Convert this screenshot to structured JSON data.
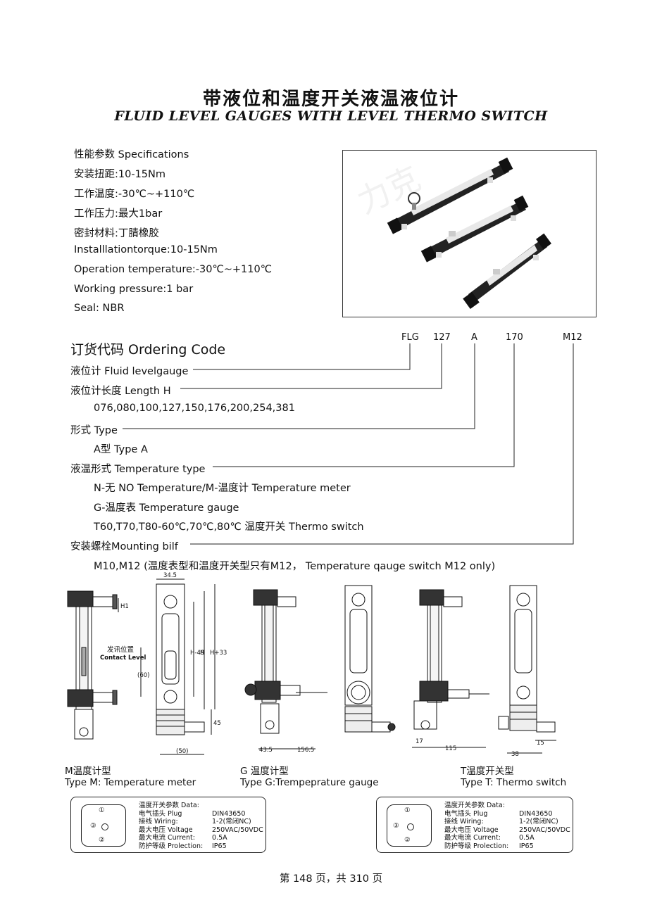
{
  "title_cn": "带液位和温度开关液温液位计",
  "title_en": "FLUID LEVEL GAUGES WITH LEVEL THERMO SWITCH",
  "specs": [
    "性能参数 Specifications",
    "安装扭距:10-15Nm",
    "工作温度:-30℃~+110℃",
    "工作压力:最大1bar",
    "密封材料:丁腈橡胶",
    "Installlationtorque:10-15Nm",
    "Operation temperature:-30℃~+110℃",
    "Working pressure:1 bar",
    "Seal: NBR"
  ],
  "photo_watermark": "力克",
  "ordering": {
    "heading": "订货代码 Ordering Code",
    "codes": [
      "FLG",
      "127",
      "A",
      "170",
      "M12"
    ],
    "rows": {
      "fluid": "液位计 Fluid levelgauge",
      "length": "液位计长度 Length H",
      "length_values": "076,080,100,127,150,176,200,254,381",
      "type": "形式 Type",
      "type_value": "A型 Type A",
      "temp": "液温形式 Temperature type",
      "temp_n": "N-无 NO Temperature/M-温度计 Temperature meter",
      "temp_g": "G-温度表 Temperature gauge",
      "temp_t": "T60,T70,T80-60℃,70℃,80℃ 温度开关 Thermo switch",
      "mount": "安装螺栓Mounting bilf",
      "mount_value": "M10,M12 (温度表型和温度开关型只有M12，  Temperature qauge switch M12 only)"
    }
  },
  "drawing": {
    "dims": {
      "width_top": "34.5",
      "h1": "H1",
      "h49": "H-49",
      "h": "H",
      "h33": "H+33",
      "d60": "(60)",
      "d45": "45",
      "d50": "(50)",
      "d43_5": "43.5",
      "d156_5": "156.5",
      "d17": "17",
      "d115": "115",
      "d15": "15",
      "d38": "38"
    },
    "contact_cn": "发讯位置",
    "contact_en": "Contact Level"
  },
  "captions": [
    {
      "cn": "M温度计型",
      "en": "Type M: Temperature meter"
    },
    {
      "cn": "G 温度计型",
      "en": "Type G:Trempeprature gauge"
    },
    {
      "cn": "T温度开关型",
      "en": "Type T: Thermo switch"
    }
  ],
  "datasheet": {
    "rows": [
      {
        "label": "温度开关参数 Data:",
        "value": ""
      },
      {
        "label": "电气插头 Plug",
        "value": "DIN43650"
      },
      {
        "label": "接线 Wiring:",
        "value": "1-2(常闭NC)"
      },
      {
        "label": "最大电压 Voltage",
        "value": "250VAC/50VDC"
      },
      {
        "label": "最大电流 Current:",
        "value": "0.5A"
      },
      {
        "label": "防护等级 Prolection:",
        "value": "IP65"
      }
    ],
    "pins": [
      "①",
      "②",
      "③"
    ]
  },
  "page_footer": "第 148 页，共 310 页"
}
